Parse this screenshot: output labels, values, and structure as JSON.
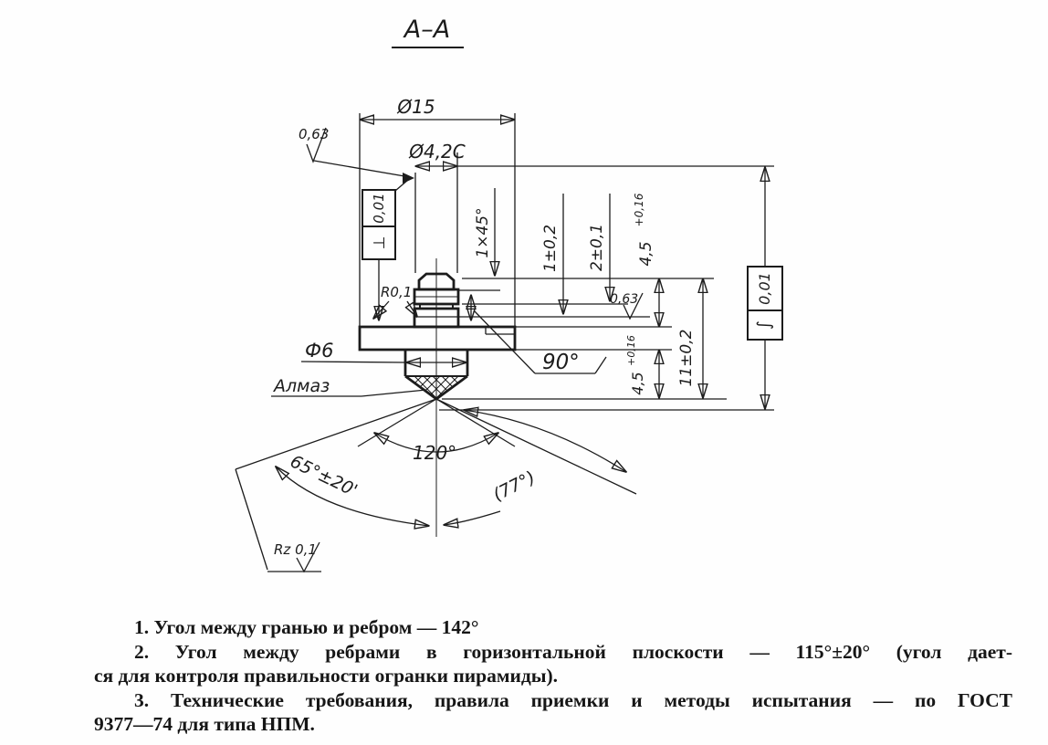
{
  "title": {
    "section_label": "A–A"
  },
  "drawing": {
    "dims": {
      "d15": "Ø15",
      "d42": "Ø4,2C",
      "rough_top": "0,63",
      "rough_mid": "0,63",
      "perp_frame": {
        "symbol": "⊥",
        "value": "0,01"
      },
      "runout_frame": {
        "symbol": "∫",
        "value": "0,01"
      },
      "chamfer": "1×45°",
      "d1": "1±0,2",
      "d2": "2±0,1",
      "d45_upper": {
        "base": "4,5",
        "tol": "+0,16"
      },
      "d45_lower": {
        "base": "4,5",
        "tol": "+0,16"
      },
      "d11": "11±0,2",
      "r01": "R0,1",
      "d6": "Ф6",
      "diamond_label": "Алмаз",
      "a90": "90°",
      "a120": "120°",
      "a65": "65°±20'",
      "a77": "(77°)",
      "rz": "Rz 0,1"
    }
  },
  "notes": {
    "lines": [
      {
        "text": "1. Угол между гранью и ребром — 142°"
      },
      {
        "text": "2. Угол между ребрами в горизонтальной плоскости — 115°±20° (угол дает-"
      },
      {
        "text": "ся для контроля правильности огранки пирамиды)."
      },
      {
        "text": "3. Технические требования, правила приемки и методы испытания — по ГОСТ"
      },
      {
        "text": "9377—74 для типа НПМ."
      }
    ]
  }
}
